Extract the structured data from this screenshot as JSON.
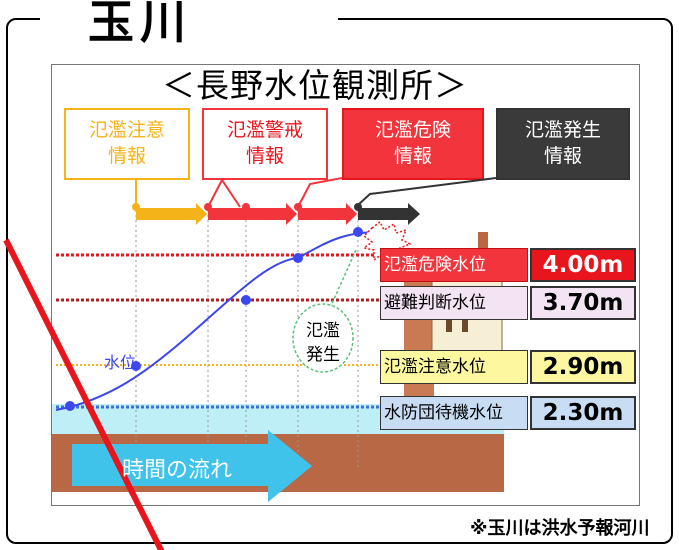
{
  "title": "玉川",
  "station": "＜長野水位観測所＞",
  "stages": [
    {
      "line1": "氾濫注意",
      "line2": "情報"
    },
    {
      "line1": "氾濫警戒",
      "line2": "情報"
    },
    {
      "line1": "氾濫危険",
      "line2": "情報"
    },
    {
      "line1": "氾濫発生",
      "line2": "情報"
    }
  ],
  "levels": [
    {
      "label": "氾濫危険水位",
      "value": "4.00m"
    },
    {
      "label": "避難判断水位",
      "value": "3.70m"
    },
    {
      "label": "氾濫注意水位",
      "value": "2.90m"
    },
    {
      "label": "水防団待機水位",
      "value": "2.30m"
    }
  ],
  "water_level_label": "水位",
  "flood_bubble": {
    "line1": "氾濫",
    "line2": "発生"
  },
  "time_flow": "時間の流れ",
  "footnote": "※玉川は洪水予報河川",
  "colors": {
    "caution": "#f5b31a",
    "warning": "#f2353c",
    "danger": "#e8151c",
    "occurrence": "#333333",
    "curve": "#3d47f0",
    "water": "#bfeff6",
    "ground": "#b86845",
    "time_arrow": "#3fc3ea"
  }
}
